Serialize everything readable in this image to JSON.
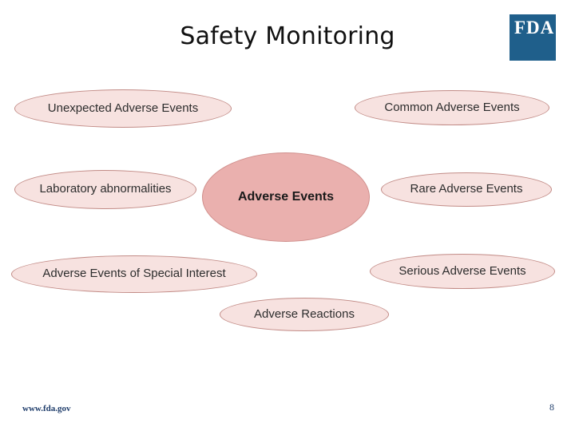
{
  "slide": {
    "title": "Safety Monitoring",
    "logo_text": "FDA",
    "brand_color": "#1f5f8b",
    "node_fill_light": "#f7e2e0",
    "node_fill_center": "#eab0ae",
    "nodes": [
      {
        "label": "Unexpected Adverse Events"
      },
      {
        "label": "Common Adverse Events"
      },
      {
        "label": "Laboratory abnormalities"
      },
      {
        "label": "Adverse Events"
      },
      {
        "label": "Rare Adverse Events"
      },
      {
        "label": "Adverse Events of Special Interest"
      },
      {
        "label": "Serious Adverse Events"
      },
      {
        "label": "Adverse Reactions"
      }
    ]
  },
  "footer": {
    "url": "www.fda.gov",
    "page_number": "8"
  }
}
